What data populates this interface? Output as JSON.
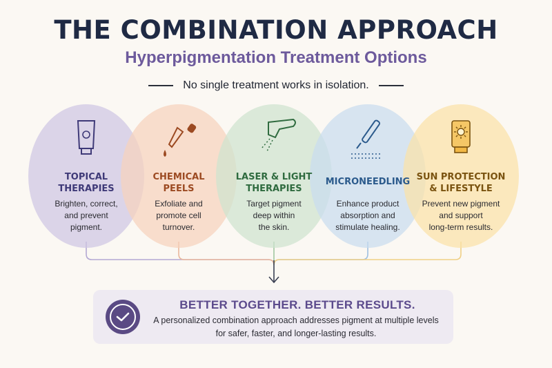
{
  "header": {
    "title": "THE COMBINATION APPROACH",
    "subtitle": "Hyperpigmentation Treatment Options",
    "tagline": "No single treatment works in isolation."
  },
  "treatments": [
    {
      "name_lines": [
        "TOPICAL",
        "THERAPIES"
      ],
      "desc_lines": [
        "Brighten, correct,",
        "and prevent",
        "pigment."
      ],
      "icon": "tube-icon",
      "fill_color": "#cfc6e3",
      "accent_color": "#3f3a78"
    },
    {
      "name_lines": [
        "CHEMICAL",
        "PEELS"
      ],
      "desc_lines": [
        "Exfoliate and",
        "promote cell",
        "turnover."
      ],
      "icon": "dropper-icon",
      "fill_color": "#f7d2bd",
      "accent_color": "#9c4a22"
    },
    {
      "name_lines": [
        "LASER & LIGHT",
        "THERAPIES"
      ],
      "desc_lines": [
        "Target pigment",
        "deep within",
        "the skin."
      ],
      "icon": "laser-handpiece-icon",
      "fill_color": "#cfe3cf",
      "accent_color": "#2f6b3f"
    },
    {
      "name_lines": [
        "MICRONEEDLING"
      ],
      "desc_lines": [
        "Enhance product",
        "absorption and",
        "stimulate healing."
      ],
      "icon": "microneedle-pen-icon",
      "fill_color": "#c9dcef",
      "accent_color": "#2b5a8c"
    },
    {
      "name_lines": [
        "SUN PROTECTION",
        "& LIFESTYLE"
      ],
      "desc_lines": [
        "Prevent new pigment",
        "and support",
        "long-term results."
      ],
      "icon": "sunscreen-icon",
      "fill_color": "#fbe2a8",
      "accent_color": "#7a5310"
    }
  ],
  "summary": {
    "title": "BETTER TOGETHER. BETTER RESULTS.",
    "text_lines": [
      "A personalized combination approach addresses pigment at multiple levels",
      "for safer, faster, and longer-lasting results."
    ],
    "icon": "checkmark-icon",
    "badge_color": "#5a4a84"
  }
}
